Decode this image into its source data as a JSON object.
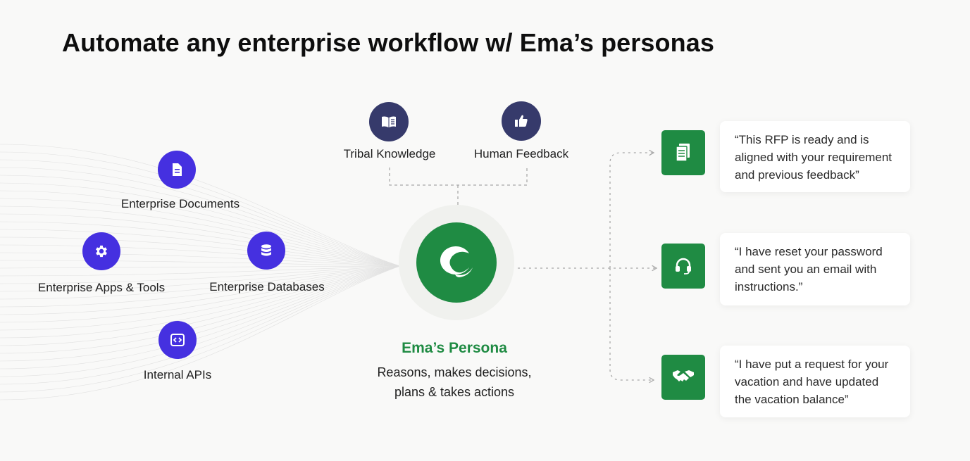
{
  "title": "Automate any enterprise workflow w/ Ema’s personas",
  "inputs": [
    {
      "label": "Enterprise Documents",
      "icon": "document-icon"
    },
    {
      "label": "Enterprise Apps & Tools",
      "icon": "gear-icon"
    },
    {
      "label": "Enterprise Databases",
      "icon": "database-icon"
    },
    {
      "label": "Internal APIs",
      "icon": "code-icon"
    }
  ],
  "feedback_sources": [
    {
      "label": "Tribal Knowledge",
      "icon": "book-icon"
    },
    {
      "label": "Human Feedback",
      "icon": "thumbs-up-icon"
    }
  ],
  "persona": {
    "title": "Ema’s Persona",
    "description_line1": "Reasons, makes decisions,",
    "description_line2": "plans & takes actions",
    "icon": "ema-logo-icon"
  },
  "outputs": [
    {
      "icon": "document-icon",
      "line1": "“This RFP is ready and is",
      "line2": "aligned with your requirement",
      "line3": "and previous feedback”"
    },
    {
      "icon": "headset-icon",
      "line1": "“I have reset your password",
      "line2": "and sent you an email with",
      "line3": "instructions.”"
    },
    {
      "icon": "handshake-icon",
      "line1": "“I have put a request for your",
      "line2": "vacation and have updated",
      "line3": "the vacation balance”"
    }
  ],
  "colors": {
    "input_icon_bg": "#4530e0",
    "feedback_icon_bg": "#363a6b",
    "persona_green": "#1f8b43",
    "background": "#f9f9f8"
  }
}
